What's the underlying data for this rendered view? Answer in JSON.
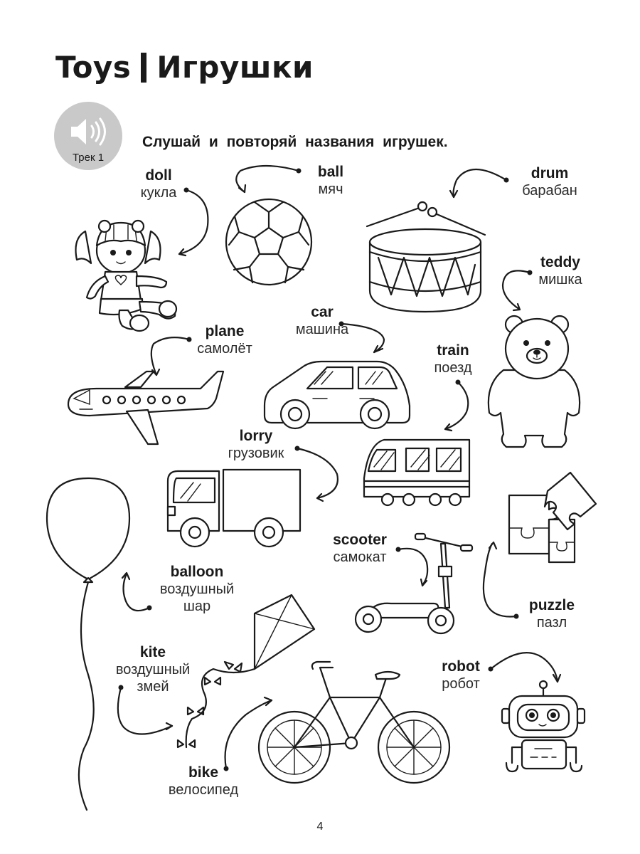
{
  "title": {
    "english": "Toys",
    "russian": "Игрушки"
  },
  "audio_badge": {
    "label": "Трек 1",
    "icon": "speaker-icon"
  },
  "instruction": "Слушай и повторяй названия игрушек.",
  "page_number": "4",
  "items": {
    "doll": {
      "en": "doll",
      "ru": "кукла"
    },
    "ball": {
      "en": "ball",
      "ru": "мяч"
    },
    "drum": {
      "en": "drum",
      "ru": "барабан"
    },
    "teddy": {
      "en": "teddy",
      "ru": "мишка"
    },
    "car": {
      "en": "car",
      "ru": "машина"
    },
    "plane": {
      "en": "plane",
      "ru": "самолёт"
    },
    "train": {
      "en": "train",
      "ru": "поезд"
    },
    "lorry": {
      "en": "lorry",
      "ru": "грузовик"
    },
    "scooter": {
      "en": "scooter",
      "ru": "самокат"
    },
    "balloon": {
      "en": "balloon",
      "ru1": "воздушный",
      "ru2": "шар"
    },
    "puzzle": {
      "en": "puzzle",
      "ru": "пазл"
    },
    "kite": {
      "en": "kite",
      "ru1": "воздушный",
      "ru2": "змей"
    },
    "robot": {
      "en": "robot",
      "ru": "робот"
    },
    "bike": {
      "en": "bike",
      "ru": "велосипед"
    }
  }
}
